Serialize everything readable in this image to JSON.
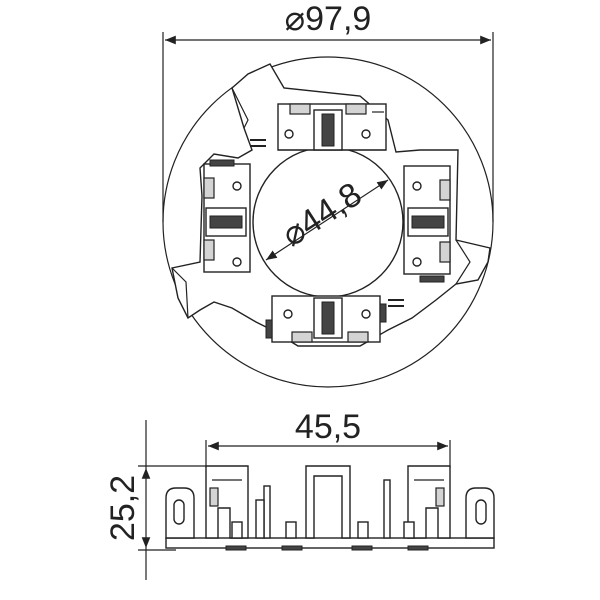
{
  "dimensions": {
    "outer_diameter": "⌀97,9",
    "inner_diameter": "⌀44,8",
    "width": "45,5",
    "height": "25,2"
  },
  "colors": {
    "line": "#222222",
    "fill_grey": "#d4d4d4",
    "fill_dark": "#444444",
    "background": "#ffffff"
  }
}
